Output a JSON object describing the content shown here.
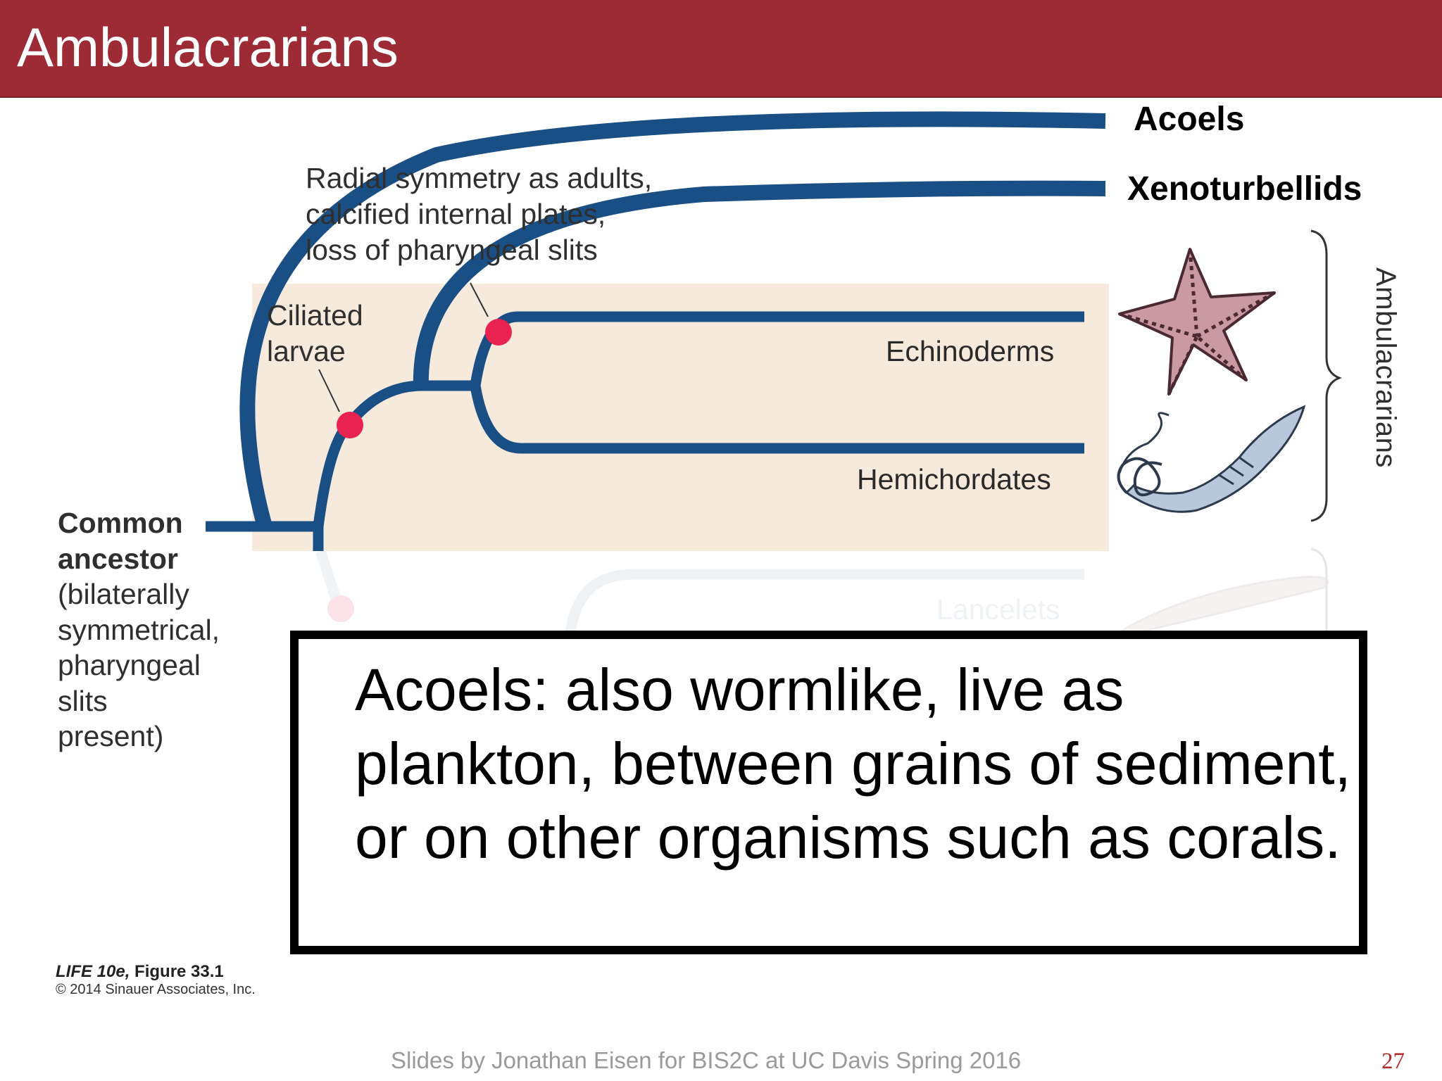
{
  "slide": {
    "title": "Ambulacrarians",
    "callout_text": "Acoels: also wormlike, live as plankton, between grains of sediment, or on other organisms such as corals.",
    "footer": "Slides by Jonathan Eisen for BIS2C at UC Davis Spring 2016",
    "page_number": "27"
  },
  "tree": {
    "tips": {
      "acoels": "Acoels",
      "xenoturbellids": "Xenoturbellids",
      "echinoderms": "Echinoderms",
      "hemichordates": "Hemichordates",
      "lancelets": "Lancelets"
    },
    "characters": {
      "radial_line1": "Radial symmetry as adults,",
      "radial_line2": "calcified internal plates,",
      "radial_line3": "loss of pharyngeal slits",
      "ciliated_line1": "Ciliated",
      "ciliated_line2": "larvae"
    },
    "ancestor": {
      "line1": "Common",
      "line2": "ancestor",
      "line3": "(bilaterally",
      "line4": "symmetrical,",
      "line5": "pharyngeal",
      "line6": "slits",
      "line7": "present)"
    },
    "clade_label": "Ambulacrarians",
    "colors": {
      "branch": "#1a4f86",
      "trait_dot": "#e8234f",
      "highlight": "#f6eadd"
    },
    "icons": [
      "sea-star-icon",
      "acorn-worm-icon",
      "lancelet-icon"
    ]
  },
  "credit": {
    "book": "LIFE 10e,",
    "figure": "Figure 33.1",
    "copyright": "© 2014 Sinauer Associates, Inc."
  }
}
